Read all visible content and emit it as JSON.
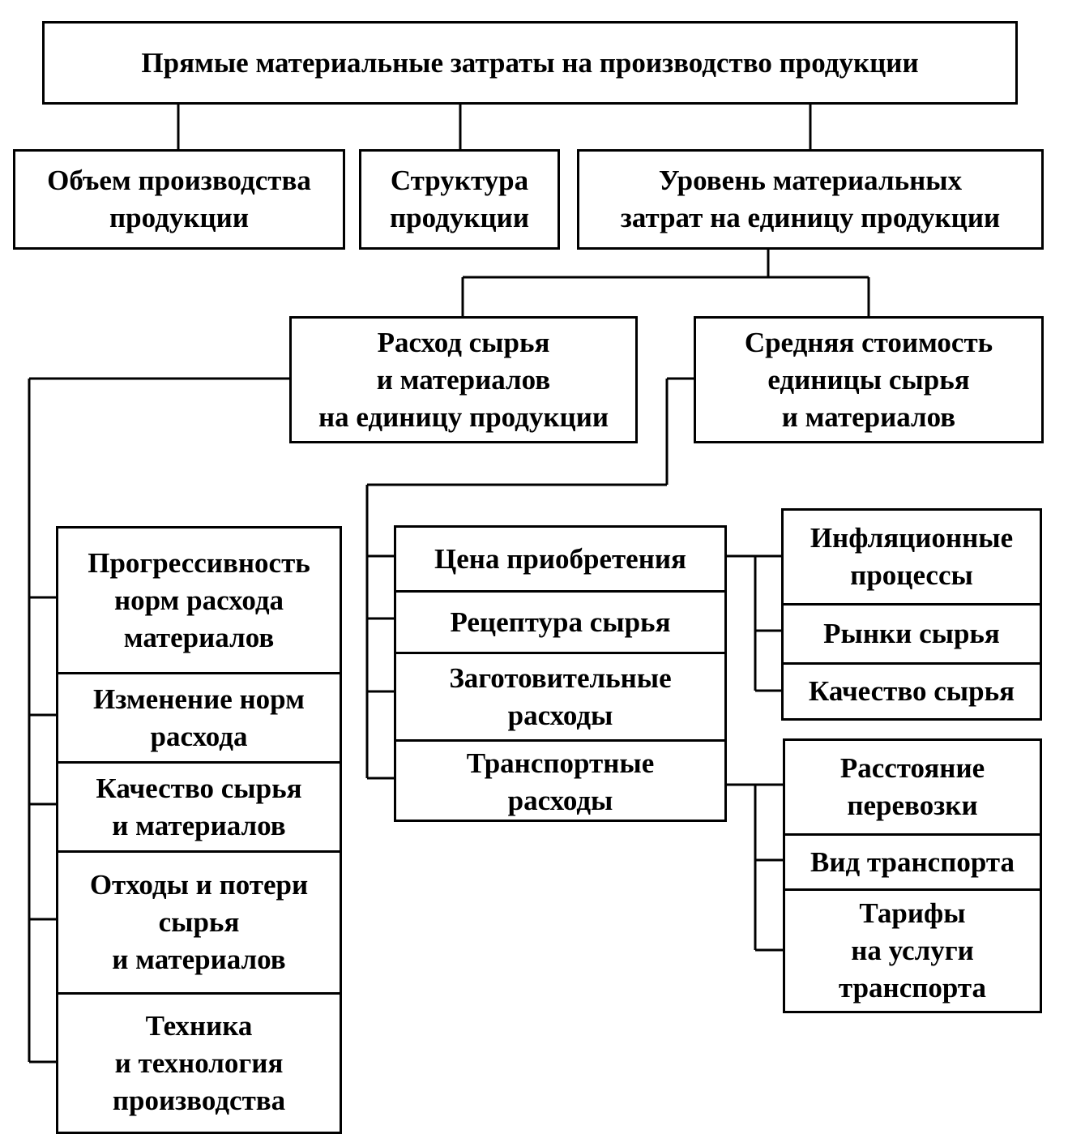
{
  "root": {
    "line1": "Прямые материальные  затраты на производство продукции"
  },
  "level1": {
    "volume": [
      "Объем производства",
      "продукции"
    ],
    "structure": [
      "Структура",
      "продукции"
    ],
    "unit_cost": [
      "Уровень материальных",
      "затрат на единицу продукции"
    ]
  },
  "level2": {
    "consumption": [
      "Расход сырья",
      "и материалов",
      "на единицу продукции"
    ],
    "avg_cost": [
      "Средняя стоимость",
      "единицы  сырья",
      "и материалов"
    ]
  },
  "consumption_factors": [
    [
      "Прогрессивность",
      "норм расхода",
      "материалов"
    ],
    [
      "Изменение норм",
      "расхода"
    ],
    [
      "Качество сырья",
      "и материалов"
    ],
    [
      "Отходы  и потери",
      "сырья",
      "и материалов"
    ],
    [
      "Техника",
      "и технология",
      "производства"
    ]
  ],
  "cost_factors": [
    [
      "Цена приобретения"
    ],
    [
      "Рецептура сырья"
    ],
    [
      "Заготовительные",
      "расходы"
    ],
    [
      "Транспортные",
      "расходы"
    ]
  ],
  "price_factors": [
    [
      "Инфляционные",
      "процессы"
    ],
    [
      "Рынки  сырья"
    ],
    [
      "Качество сырья"
    ]
  ],
  "transport_factors": [
    [
      "Расстояние",
      "перевозки"
    ],
    [
      "Вид транспорта"
    ],
    [
      "Тарифы",
      "на услуги",
      "транспорта"
    ]
  ]
}
